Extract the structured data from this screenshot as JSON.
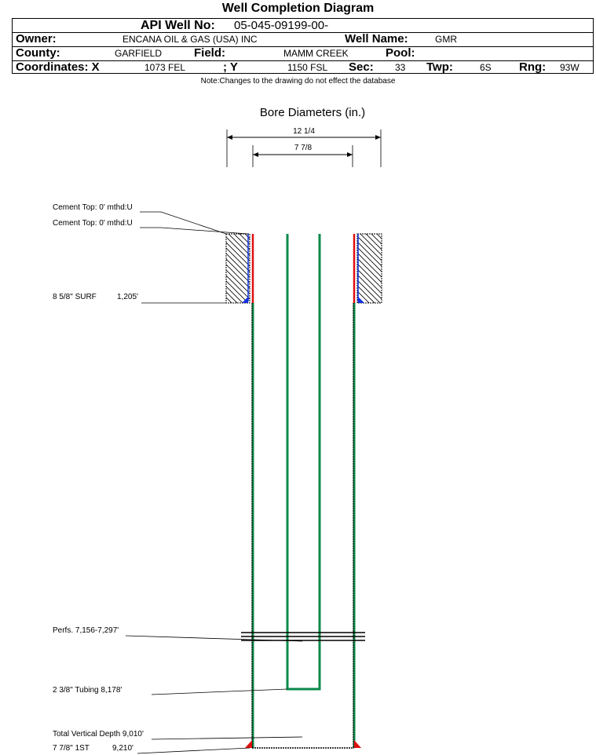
{
  "title": "Well Completion Diagram",
  "header": {
    "api_label": "API Well No:",
    "api_value": "05-045-09199-00-",
    "owner_label": "Owner:",
    "owner_value": "ENCANA OIL & GAS (USA) INC",
    "well_name_label": "Well Name:",
    "well_name_value": "GMR",
    "county_label": "County:",
    "county_value": "GARFIELD",
    "field_label": "Field:",
    "field_value": "MAMM CREEK",
    "pool_label": "Pool:",
    "coord_x_label": "Coordinates: X",
    "coord_x_value": "1073 FEL",
    "coord_y_label": "; Y",
    "coord_y_value": "1150 FSL",
    "sec_label": "Sec:",
    "sec_value": "33",
    "twp_label": "Twp:",
    "twp_value": "6S",
    "rng_label": "Rng:",
    "rng_value": "93W"
  },
  "note": "Note:Changes to the drawing do not effect the database",
  "diagram": {
    "bore_title": "Bore Diameters (in.)",
    "dim_outer": "12 1/4",
    "dim_inner": "7 7/8",
    "labels": {
      "cement_top_1": "Cement Top: 0' mthd:U",
      "cement_top_2": "Cement Top: 0' mthd:U",
      "surf_casing": "8 5/8\" SURF",
      "surf_depth": "1,205'",
      "perfs": "Perfs. 7,156-7,297'",
      "tubing": "2 3/8\" Tubing 8,178'",
      "tvd": "Total Vertical Depth 9,010'",
      "prod_casing": "7 7/8\" 1ST",
      "prod_depth": "9,210'"
    },
    "colors": {
      "tubing": "#0a8a4a",
      "cement_red": "#e01010",
      "blue": "#1030e0"
    }
  }
}
